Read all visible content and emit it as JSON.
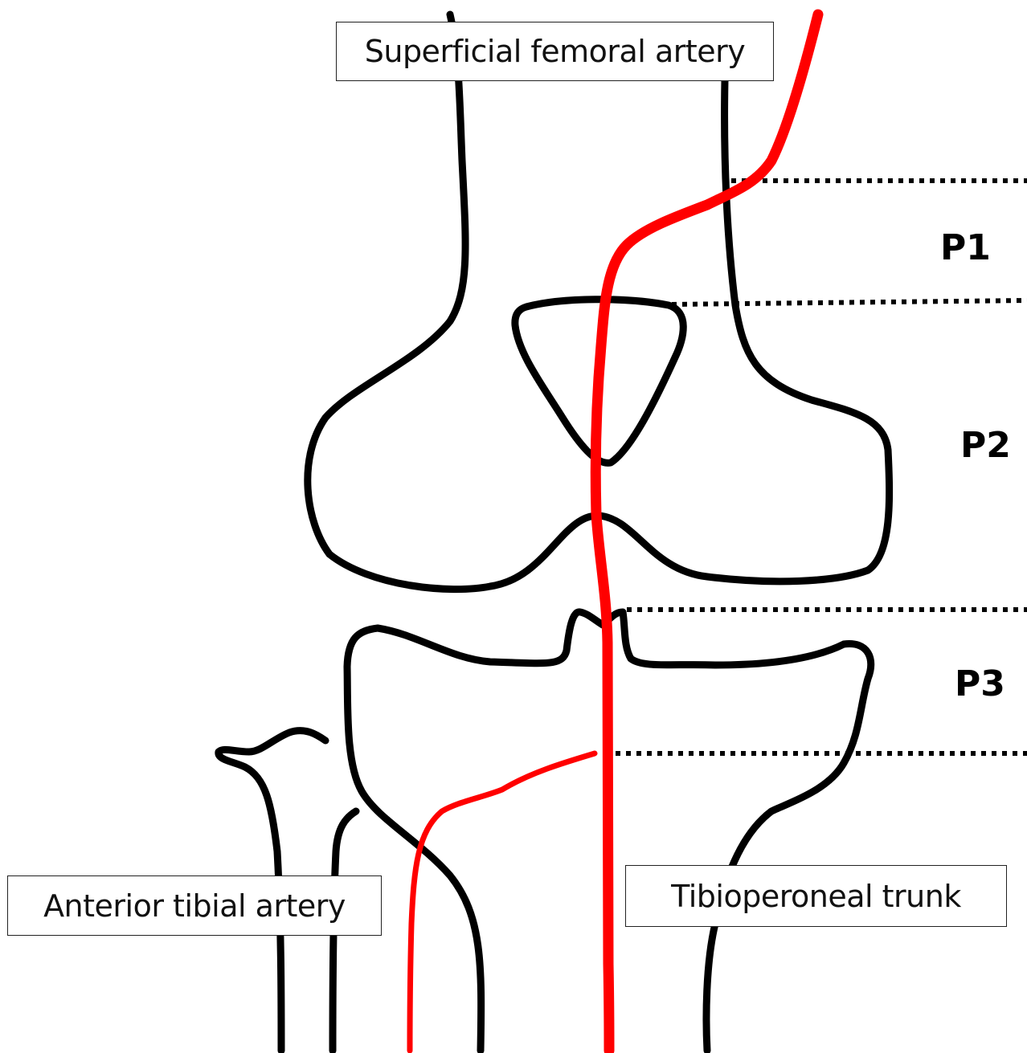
{
  "labels": {
    "superficial_femoral_artery": "Superficial femoral artery",
    "anterior_tibial_artery": "Anterior tibial artery",
    "tibioperoneal_trunk": "Tibioperoneal trunk"
  },
  "segments": {
    "p1": "P1",
    "p2": "P2",
    "p3": "P3"
  },
  "colors": {
    "artery": "#ff0000",
    "bone_outline": "#000000",
    "divider": "#000000"
  }
}
